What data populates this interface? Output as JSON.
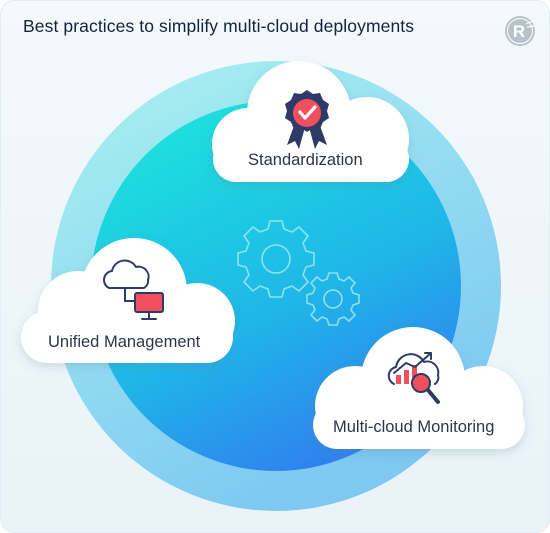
{
  "title": "Best practices to simplify multi-cloud deployments",
  "brand": {
    "logo_text": "R"
  },
  "practices": [
    {
      "label": "Standardization",
      "icon": "award-ribbon-icon"
    },
    {
      "label": "Unified Management",
      "icon": "cloud-monitor-icon"
    },
    {
      "label": "Multi-cloud Monitoring",
      "icon": "cloud-analytics-icon"
    }
  ],
  "center_icon": "gears-icon",
  "colors": {
    "outer_ring": "#8ee6ec",
    "inner_top": "#19e0e0",
    "inner_bottom": "#2f7ff0",
    "accent_red": "#f0505b",
    "icon_navy": "#2e3a68"
  }
}
